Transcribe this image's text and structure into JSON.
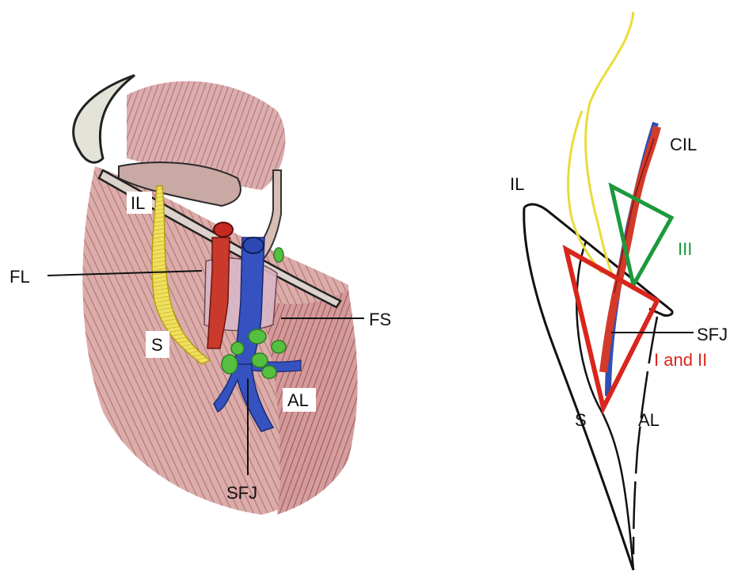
{
  "left_panel": {
    "labels": {
      "il": "IL",
      "fl": "FL",
      "s": "S",
      "fs": "FS",
      "al": "AL",
      "sfj": "SFJ"
    }
  },
  "right_panel": {
    "labels": {
      "cil": "CIL",
      "il": "IL",
      "iii": "III",
      "sfj": "SFJ",
      "i_and_ii": "I and II",
      "s": "S",
      "al": "AL"
    }
  },
  "colors": {
    "muscle": "#c98a88",
    "muscle_dark": "#9c4a4a",
    "nerve": "#e2d23a",
    "vein": "#2f4fb5",
    "artery": "#d33a2a",
    "lymph_node": "#55c040",
    "triangle_red": "#d9261c",
    "triangle_green": "#1a9a3c"
  }
}
